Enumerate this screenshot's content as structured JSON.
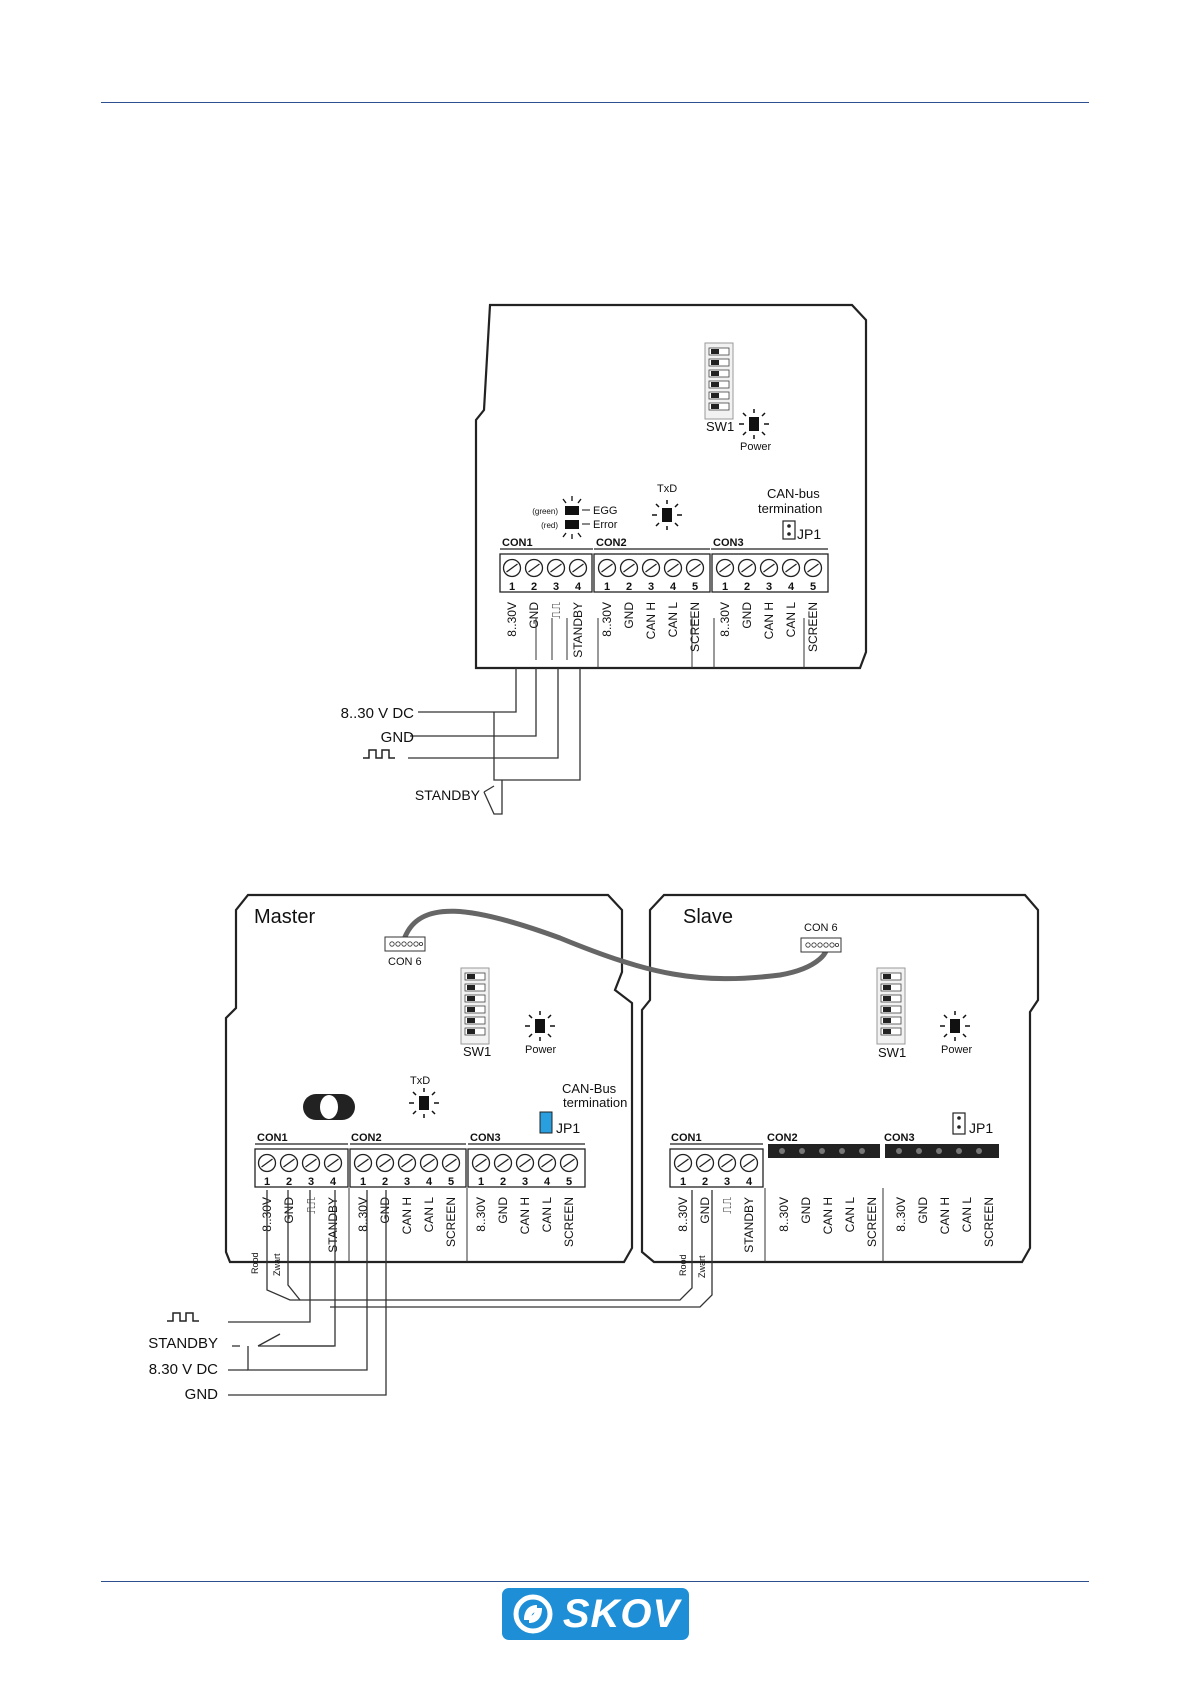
{
  "brand": {
    "name": "SKOV",
    "color": "#1e8fd6"
  },
  "accent": {
    "rule": "#2e4f8f",
    "jumper": "#2a9fe0"
  },
  "diagram1": {
    "dip_label": "SW1",
    "power_label": "Power",
    "txd_label": "TxD",
    "canbus_label_1": "CAN-bus",
    "canbus_label_2": "termination",
    "jp1_label": "JP1",
    "green_label": "(green)",
    "red_label": "(red)",
    "egg_label": "EGG",
    "error_label": "Error",
    "con1": "CON1",
    "con2": "CON2",
    "con3": "CON3",
    "con1_pins": [
      "8..30V",
      "GND",
      "⎍⎍",
      "STANDBY"
    ],
    "con2_pins": [
      "8..30V",
      "GND",
      "CAN H",
      "CAN L",
      "SCREEN"
    ],
    "con3_pins": [
      "8..30V",
      "GND",
      "CAN H",
      "CAN L",
      "SCREEN"
    ],
    "wire_labels": {
      "vdc": "8..30 V DC",
      "gnd": "GND",
      "standby": "STANDBY"
    }
  },
  "diagram2": {
    "master_title": "Master",
    "slave_title": "Slave",
    "con6": "CON 6",
    "dip_label": "SW1",
    "power_label": "Power",
    "txd_label": "TxD",
    "canbus_label_1": "CAN-Bus",
    "canbus_label_2": "termination",
    "jp1_label": "JP1",
    "con1": "CON1",
    "con2": "CON2",
    "con3": "CON3",
    "master_con1_pins": [
      "8..30V",
      "GND",
      "⎍⎍",
      "STANDBY"
    ],
    "slave_con1_pins": [
      "8..30V",
      "GND",
      "⎍⎍",
      "STANDBY"
    ],
    "con2_pins": [
      "8..30V",
      "GND",
      "CAN H",
      "CAN L",
      "SCREEN"
    ],
    "con3_pins": [
      "8..30V",
      "GND",
      "CAN H",
      "CAN L",
      "SCREEN"
    ],
    "rood": "Rood",
    "zwart": "Zwart",
    "wire_labels": {
      "standby": "STANDBY",
      "vdc": "8.30 V DC",
      "gnd": "GND"
    }
  }
}
